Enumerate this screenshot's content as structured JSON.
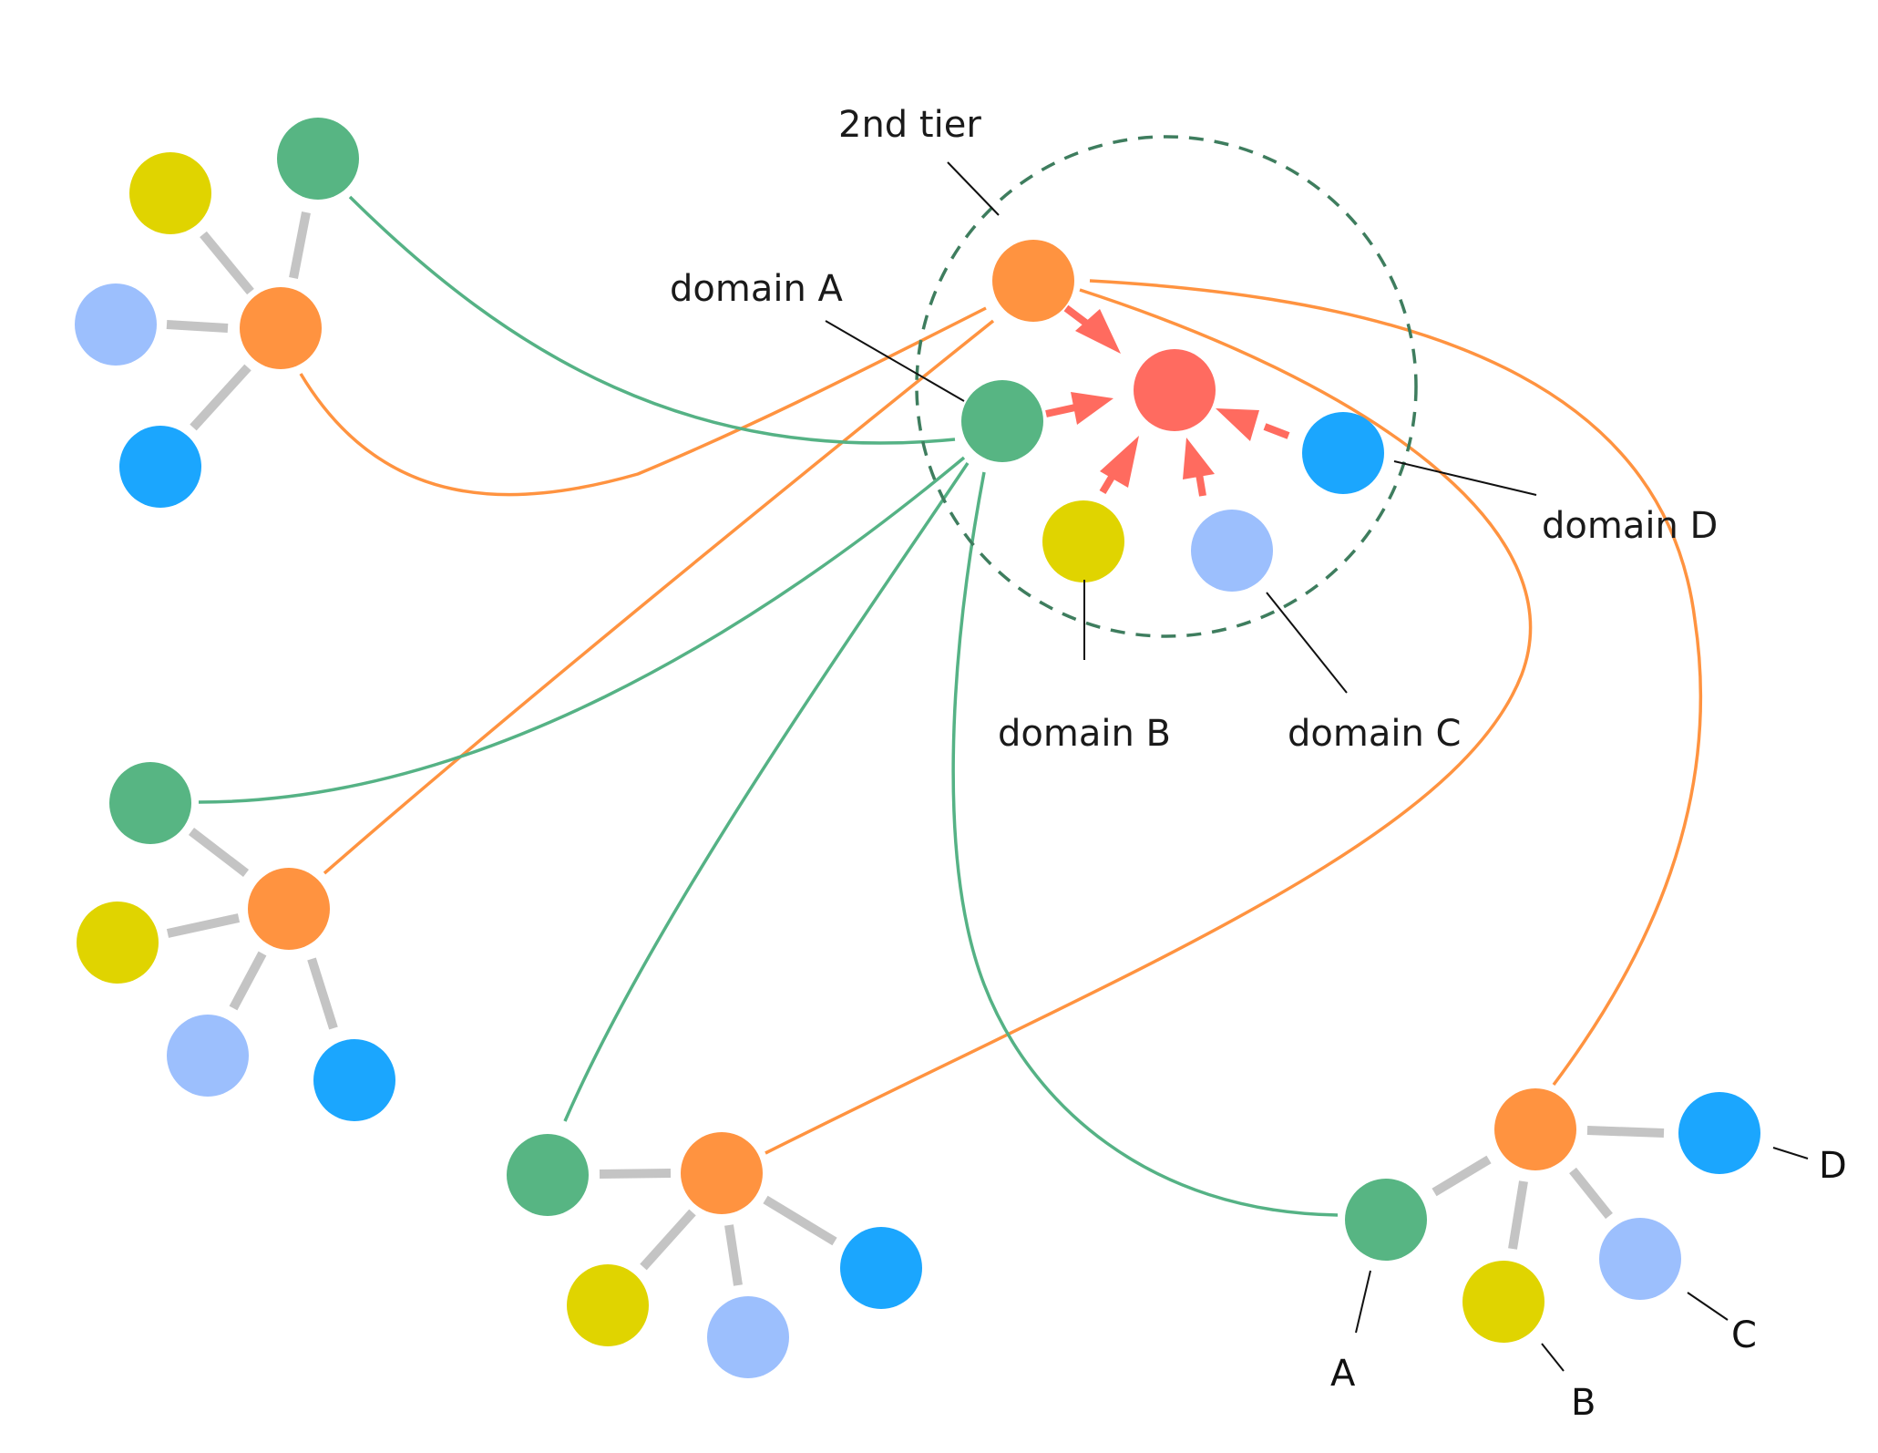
{
  "colors": {
    "green": "#57b583",
    "orange": "#ff9340",
    "yellow": "#e0d400",
    "light_blue": "#9cbffd",
    "blue": "#1ba6fe",
    "red": "#ff6b60",
    "spoke_gray": "#c4c4c4",
    "dashed_ring": "#3e7d5e"
  },
  "labels": {
    "tier": "2nd tier",
    "domain_a": "domain A",
    "domain_b": "domain B",
    "domain_c": "domain C",
    "domain_d": "domain D",
    "legend_a": "A",
    "legend_b": "B",
    "legend_c": "C",
    "legend_d": "D"
  }
}
